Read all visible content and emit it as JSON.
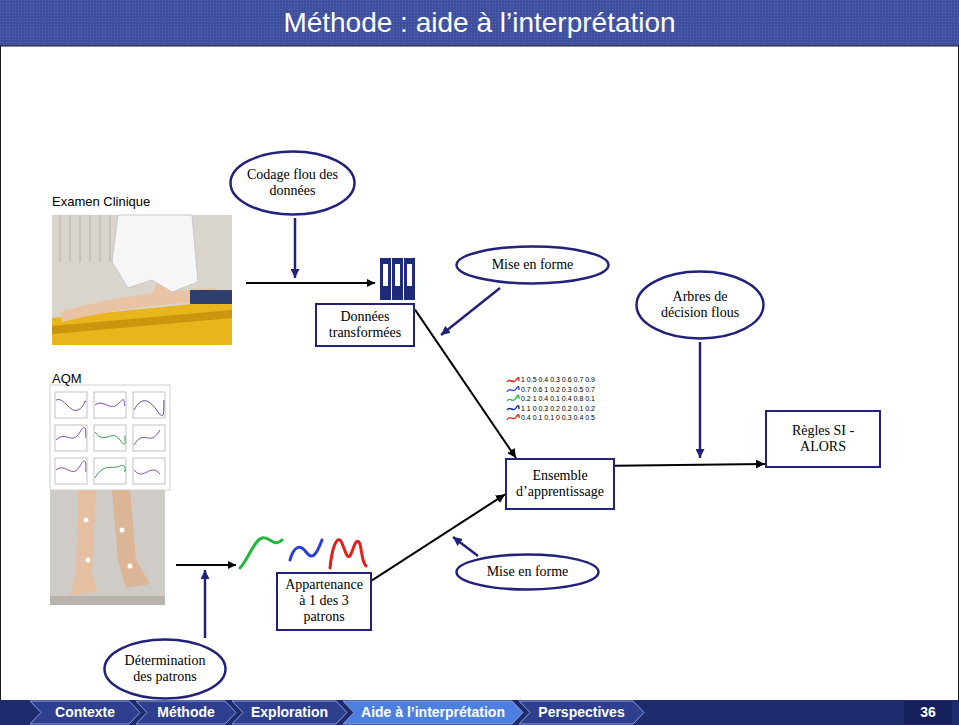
{
  "diagram": {
    "title": "Méthode : aide à l’interprétation",
    "nodes": [
      {
        "text": [
          "Codage flou des données"
        ]
      },
      {
        "text": [
          "Mise en forme"
        ]
      },
      {
        "text": [
          "Données transformées"
        ]
      },
      {
        "text": [
          "Arbres de décision flous"
        ]
      },
      {
        "text": [
          "Règles SI - ALORS"
        ]
      },
      {
        "text": [
          "Ensemble d’apprentissage"
        ]
      },
      {
        "text": [
          "Appartenance à 1 des 3 patrons"
        ]
      },
      {
        "text": [
          "Mise en forme"
        ]
      },
      {
        "text": [
          "Détermination des patrons"
        ]
      },
      {
        "text": [
          "Contexte"
        ]
      },
      {
        "text": [
          "Méthode"
        ]
      },
      {
        "text": [
          "Exploration"
        ]
      },
      {
        "text": [
          "Aide à l’interprétation"
        ]
      },
      {
        "text": [
          "Perspectives"
        ]
      },
      {
        "text": [
          "36"
        ]
      }
    ],
    "edges": [
      {
        "from": 2,
        "to": 5,
        "arrow": "to"
      },
      {
        "from": 6,
        "to": 5,
        "arrow": "to"
      },
      {
        "from": 5,
        "to": 4,
        "arrow": "to"
      }
    ],
    "labels": [
      "Examen Clinique",
      "AQM",
      "1 0.5 0.4 0.3 0.6 0.7 0.9",
      "0.7 0.6 1 0.2 0.3 0.5 0.7",
      "0.2 1 0.4 0.1 0.4 0.8 0.1",
      "1 1 0 0.3 0.2 0.2 0.1 0.2",
      "0.4 0.1 0.1 0 0.3 0.4 0.5"
    ]
  }
}
